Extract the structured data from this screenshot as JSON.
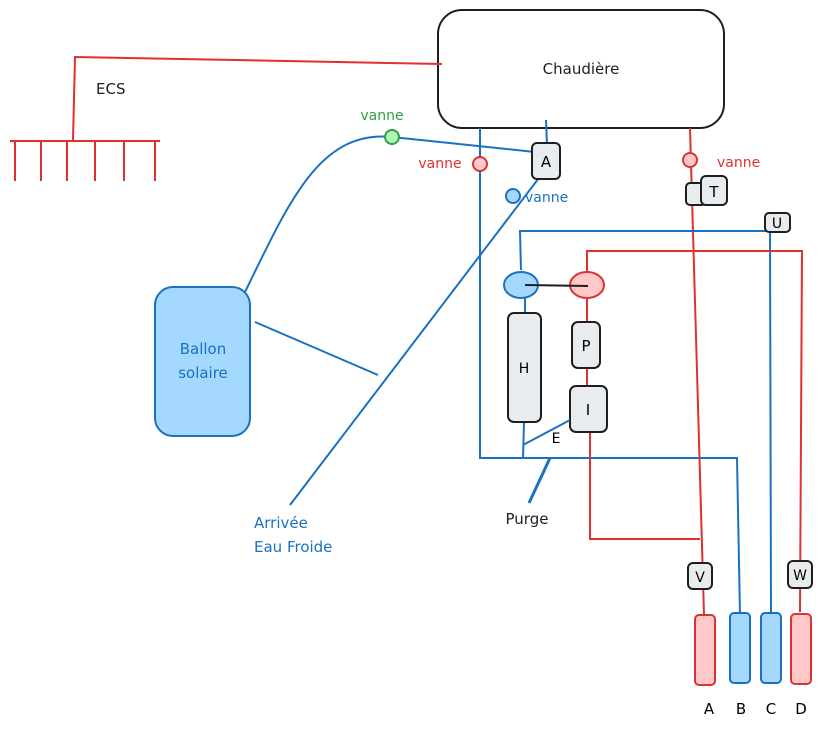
{
  "boiler": {
    "label": "Chaudière"
  },
  "ecs": {
    "label": "ECS"
  },
  "tank": {
    "line1": "Ballon",
    "line2": "solaire"
  },
  "valves": [
    {
      "label": "vanne",
      "color": "#2f9e44"
    },
    {
      "label": "vanne",
      "color": "#e03131"
    },
    {
      "label": "vanne",
      "color": "#1971c2"
    },
    {
      "label": "vanne",
      "color": "#e03131"
    }
  ],
  "components": {
    "A": "A",
    "T": "T",
    "U": "U",
    "H": "H",
    "P": "P",
    "I": "I",
    "E": "E",
    "V": "V",
    "W": "W"
  },
  "cold_water": {
    "line1": "Arrivée",
    "line2": "Eau Froide"
  },
  "purge": {
    "label": "Purge"
  },
  "outlets": [
    {
      "label": "A",
      "color": "#e03131"
    },
    {
      "label": "B",
      "color": "#1971c2"
    },
    {
      "label": "C",
      "color": "#1971c2"
    },
    {
      "label": "D",
      "color": "#e03131"
    }
  ],
  "colors": {
    "hot": "#e03131",
    "cold": "#1971c2",
    "valve_green": "#2f9e44",
    "hot_fill": "#ffc9c9",
    "cold_fill": "#a5d8ff",
    "box_fill": "#e9ecef"
  }
}
